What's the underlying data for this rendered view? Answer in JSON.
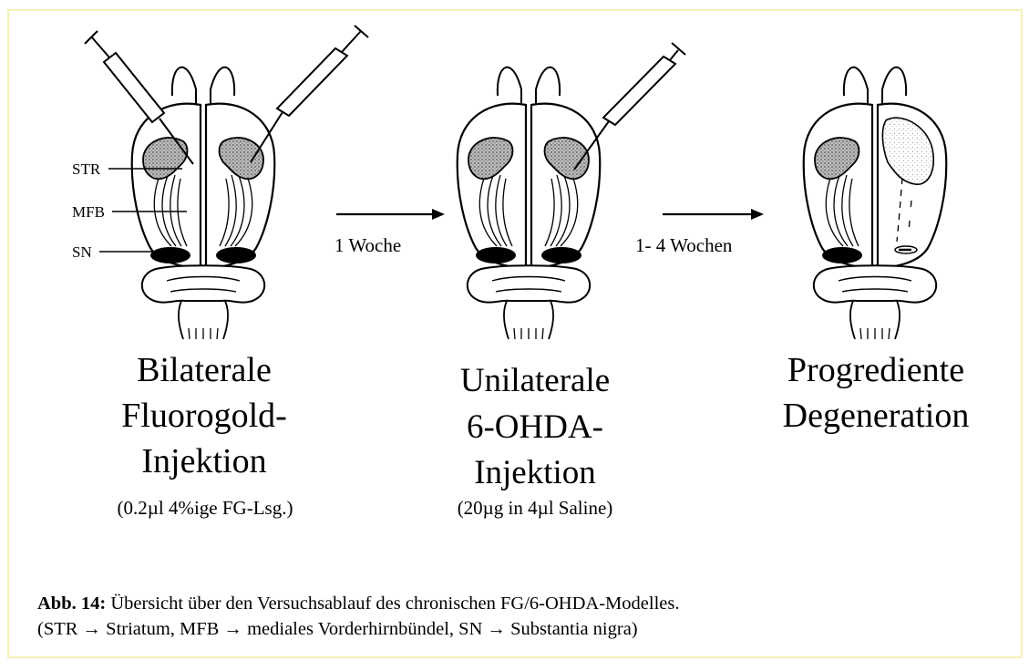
{
  "regions": {
    "str": "STR",
    "mfb": "MFB",
    "sn": "SN"
  },
  "steps": [
    {
      "title_lines": [
        "Bilaterale",
        "Fluorogold-",
        "Injektion"
      ],
      "detail": "(0.2µl 4%ige FG-Lsg.)"
    },
    {
      "title_lines": [
        "Unilaterale",
        "6-OHDA-",
        "Injektion"
      ],
      "detail": "(20µg in 4µl Saline)"
    },
    {
      "title_lines": [
        "Progrediente",
        "Degeneration"
      ],
      "detail": ""
    }
  ],
  "transitions": [
    "1 Woche",
    "1- 4 Wochen"
  ],
  "caption": {
    "label": "Abb. 14:",
    "line1": " Übersicht über den Versuchsablauf des chronischen FG/6-OHDA-Modelles.",
    "line2": "(STR → Striatum, MFB → mediales Vorderhirnbündel, SN → Substantia nigra)"
  }
}
